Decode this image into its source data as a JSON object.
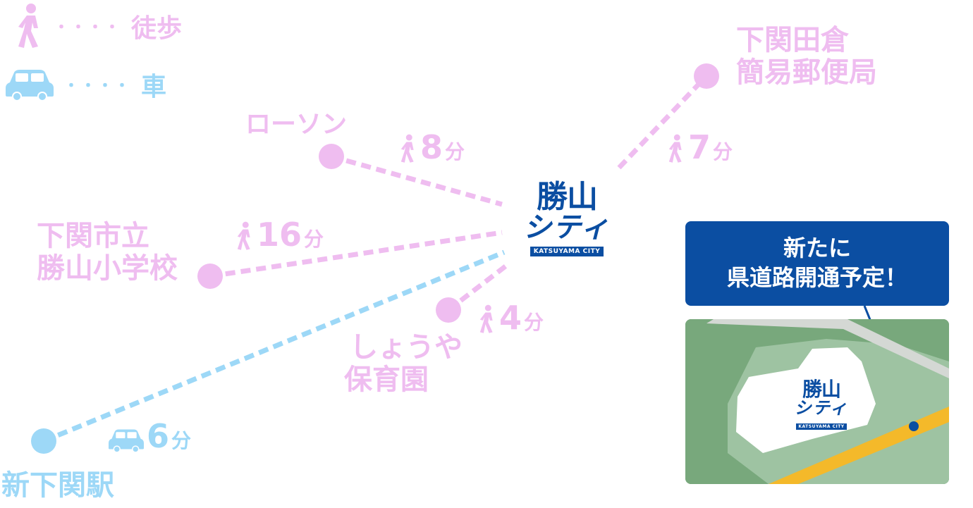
{
  "legend": {
    "walk_dots": "・・・・",
    "walk_label": "徒歩",
    "car_dots": "・・・・",
    "car_label": "車",
    "walk_icon": "walking-person-icon",
    "car_icon": "car-icon"
  },
  "center": {
    "name_line1": "勝山",
    "name_line2": "シティ",
    "name_en": "KATSUYAMA CITY"
  },
  "destinations": [
    {
      "id": "post-office",
      "name_line1": "下関田倉",
      "name_line2": "簡易郵便局",
      "mode": "walk",
      "time_num": "7",
      "time_unit": "分"
    },
    {
      "id": "lawson",
      "name_line1": "ローソン",
      "name_line2": "",
      "mode": "walk",
      "time_num": "8",
      "time_unit": "分"
    },
    {
      "id": "school",
      "name_line1": "下関市立",
      "name_line2": "勝山小学校",
      "mode": "walk",
      "time_num": "16",
      "time_unit": "分"
    },
    {
      "id": "nursery",
      "name_line1": "しょうや",
      "name_line2": "保育園",
      "mode": "walk",
      "time_num": "4",
      "time_unit": "分"
    },
    {
      "id": "station",
      "name_line1": "新下関駅",
      "name_line2": "",
      "mode": "car",
      "time_num": "6",
      "time_unit": "分"
    }
  ],
  "callout": {
    "line1": "新たに",
    "line2": "県道路開通予定！"
  },
  "inset_logo": {
    "name_line1": "勝山",
    "name_line2": "シティ",
    "name_en": "KATSUYAMA CITY"
  },
  "colors": {
    "walk": "#efbdf0",
    "car": "#9dd8f7",
    "brand": "#0b4ea2",
    "map_dark_green": "#78a87c",
    "map_light_green": "#9ec3a2",
    "map_road_gray": "#d4d8d4",
    "new_road": "#f4b92a"
  }
}
